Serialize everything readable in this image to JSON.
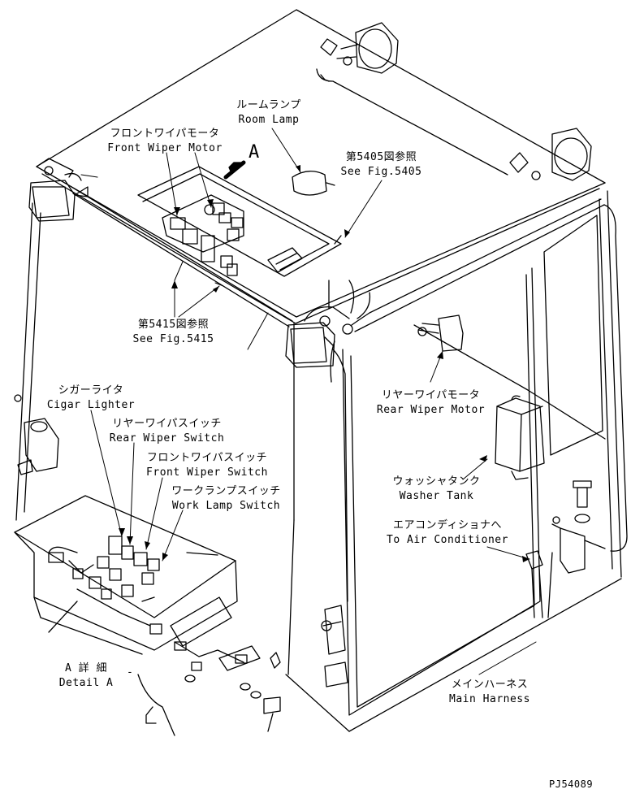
{
  "labels": {
    "room_lamp_jp": "ルームランプ",
    "room_lamp_en": "Room Lamp",
    "front_wiper_motor_jp": "フロントワイパモータ",
    "front_wiper_motor_en": "Front Wiper Motor",
    "view_a": "A",
    "see_fig_5405_jp": "第5405図参照",
    "see_fig_5405_en": "See Fig.5405",
    "see_fig_5415_jp": "第5415図参照",
    "see_fig_5415_en": "See Fig.5415",
    "rear_wiper_motor_jp": "リヤーワイパモータ",
    "rear_wiper_motor_en": "Rear Wiper Motor",
    "cigar_lighter_jp": "シガーライタ",
    "cigar_lighter_en": "Cigar Lighter",
    "rear_wiper_switch_jp": "リヤーワイパスイッチ",
    "rear_wiper_switch_en": "Rear Wiper Switch",
    "front_wiper_switch_jp": "フロントワイパスイッチ",
    "front_wiper_switch_en": "Front Wiper Switch",
    "work_lamp_switch_jp": "ワークランプスイッチ",
    "work_lamp_switch_en": "Work Lamp Switch",
    "washer_tank_jp": "ウォッシャタンク",
    "washer_tank_en": "Washer Tank",
    "to_air_conditioner_jp": "エアコンディショナへ",
    "to_air_conditioner_en": "To Air Conditioner",
    "detail_a_jp": "A 詳 細",
    "detail_a_en": "Detail A",
    "main_harness_jp": "メインハーネス",
    "main_harness_en": "Main Harness",
    "figure_code": "PJ54089"
  }
}
